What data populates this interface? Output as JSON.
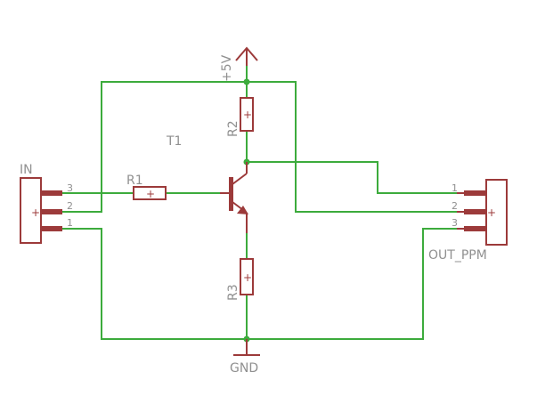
{
  "colors": {
    "wire": "#3cab3c",
    "symbol": "#9c3a3a",
    "label": "#909090",
    "junction": "#3cab3c",
    "background": "#ffffff"
  },
  "labels": {
    "transistor": "T1",
    "r1": "R1",
    "r2": "R2",
    "r3": "R3",
    "supply": "+5V",
    "ground": "GND",
    "in_connector": "IN",
    "out_connector": "OUT_PPM"
  },
  "in_connector": {
    "pins": [
      "3",
      "2",
      "1"
    ],
    "marker": "+"
  },
  "out_connector": {
    "pins": [
      "1",
      "2",
      "3"
    ],
    "marker": "+"
  },
  "resistor_marker": "+"
}
